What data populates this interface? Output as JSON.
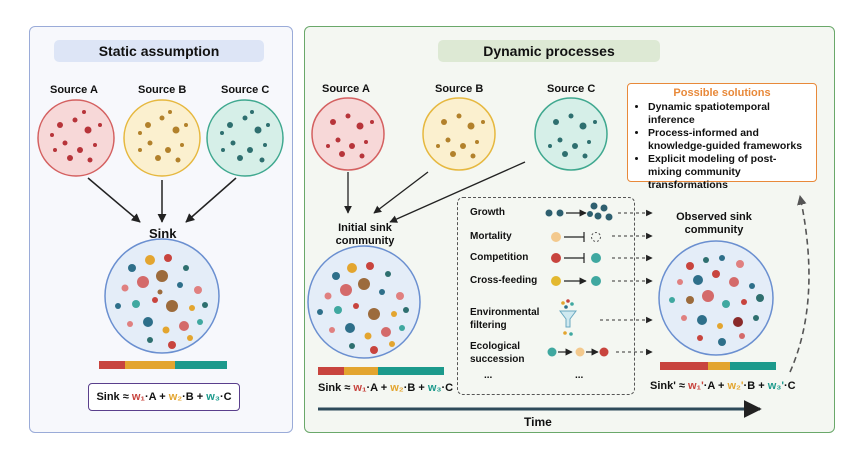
{
  "left_panel": {
    "header": "Static assumption",
    "source_a": "Source A",
    "source_b": "Source B",
    "source_c": "Source C",
    "sink": "Sink",
    "formula": {
      "lhs": "Sink ≈ ",
      "w1": "w₁",
      "a": "·A + ",
      "w2": "w₂",
      "b": "·B + ",
      "w3": "w₃",
      "c": "·C"
    }
  },
  "right_panel": {
    "header": "Dynamic processes",
    "source_a": "Source A",
    "source_b": "Source B",
    "source_c": "Source C",
    "initial_sink": "Initial sink community",
    "observed_sink": "Observed sink community",
    "formula_initial": {
      "lhs": "Sink ≈ ",
      "w1": "w₁",
      "a": "·A + ",
      "w2": "w₂",
      "b": "·B + ",
      "w3": "w₃",
      "c": "·C"
    },
    "formula_observed": {
      "lhs": "Sink' ≈ ",
      "w1": "w₁'",
      "a": "·A + ",
      "w2": "w₂'",
      "b": "·B + ",
      "w3": "w₃'",
      "c": "·C"
    },
    "time_label": "Time",
    "processes": [
      "Growth",
      "Mortality",
      "Competition",
      "Cross-feeding",
      "Environmental filtering",
      "Ecological succession",
      "...",
      "..."
    ],
    "solutions": {
      "title": "Possible solutions",
      "items": [
        "Dynamic spatiotemporal inference",
        "Process-informed and knowledge-guided frameworks",
        "Explicit modeling of post-mixing community transformations"
      ]
    }
  },
  "colors": {
    "red": "#c8443e",
    "yellow": "#e3a52f",
    "teal": "#1c9a8c",
    "solution_orange": "#e8893a"
  }
}
